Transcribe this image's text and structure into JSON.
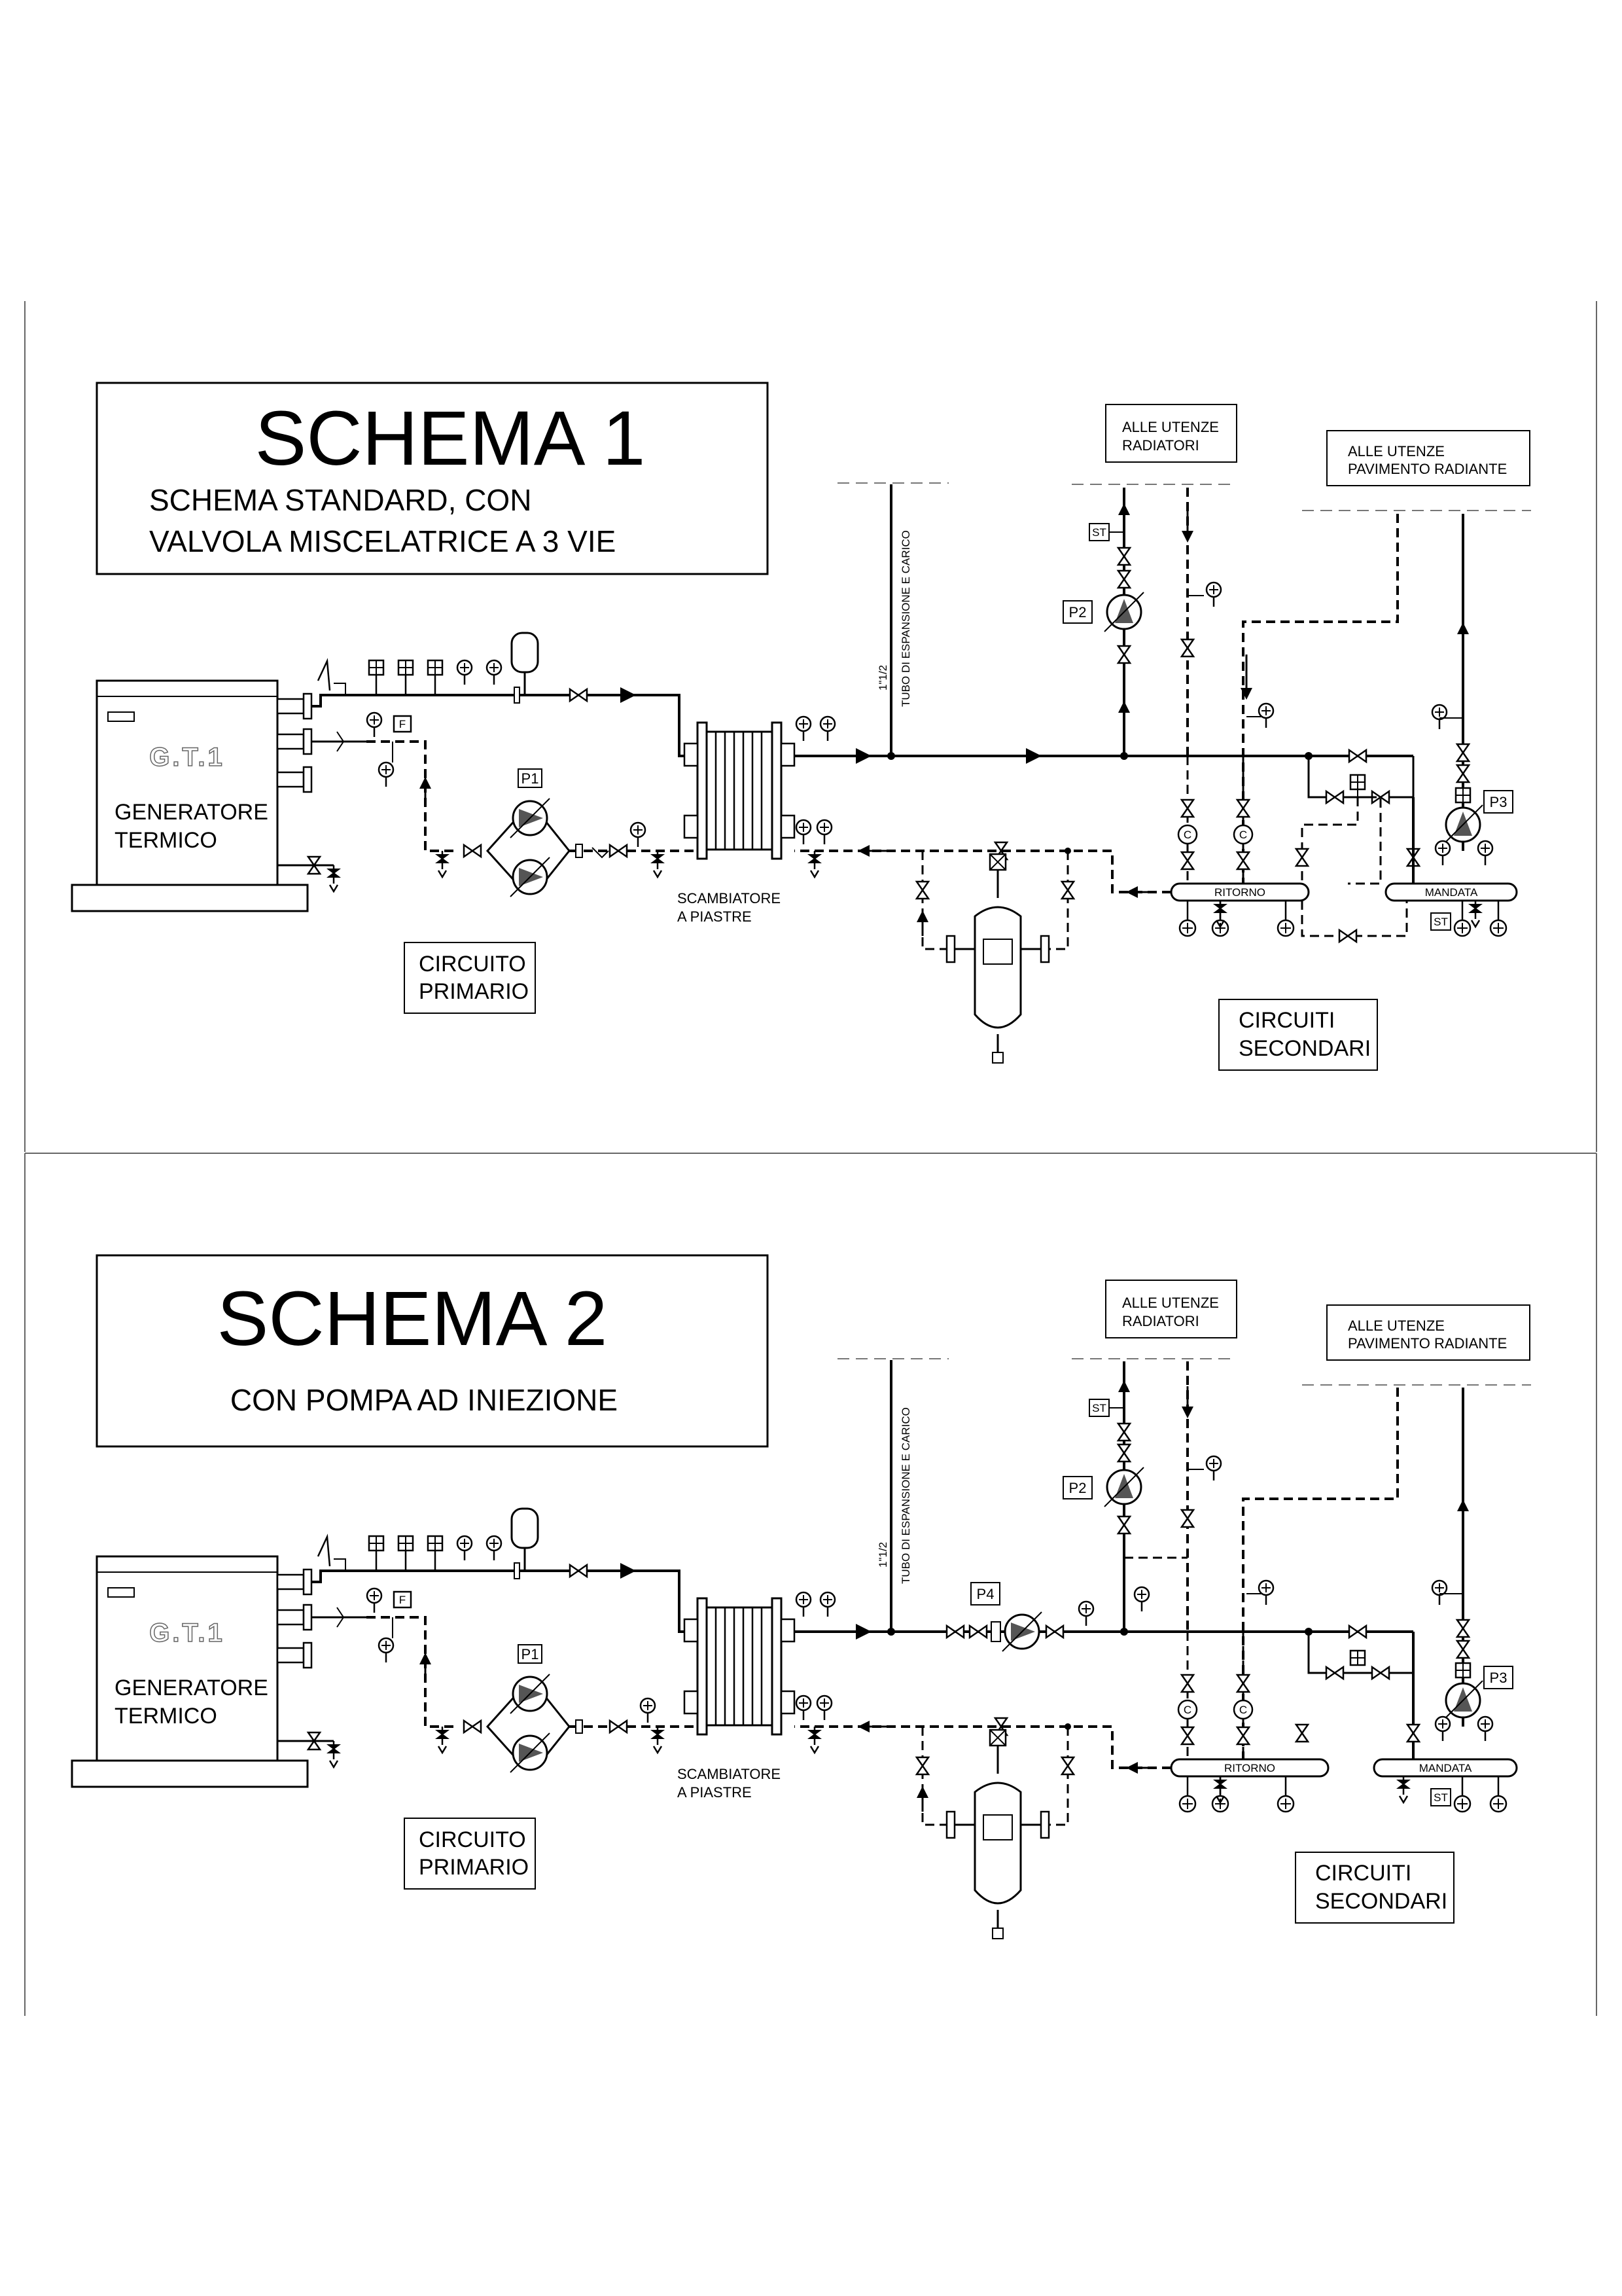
{
  "schema1": {
    "title": "SCHEMA 1",
    "subtitle_line1": "SCHEMA STANDARD, CON",
    "subtitle_line2": "VALVOLA MISCELATRICE A 3 VIE"
  },
  "schema2": {
    "title": "SCHEMA 2",
    "subtitle_line1": "CON POMPA AD INIEZIONE"
  },
  "labels": {
    "generator_code": "G.T.1",
    "generator_line1": "GENERATORE",
    "generator_line2": "TERMICO",
    "exchanger_line1": "SCAMBIATORE",
    "exchanger_line2": "A PIASTRE",
    "primary_line1": "CIRCUITO",
    "primary_line2": "PRIMARIO",
    "secondary_line1": "CIRCUITI",
    "secondary_line2": "SECONDARI",
    "radiators_line1": "ALLE UTENZE",
    "radiators_line2": "RADIATORI",
    "floor_line1": "ALLE UTENZE",
    "floor_line2": "PAVIMENTO RADIANTE",
    "expansion_pipe": "TUBO DI ESPANSIONE E CARICO",
    "pipe_size": "1\"1/2",
    "return_manifold": "RITORNO",
    "supply_manifold": "MANDATA",
    "pump_p1": "P1",
    "pump_p2": "P2",
    "pump_p3": "P3",
    "pump_p4": "P4",
    "thermostat": "ST",
    "filter": "F",
    "counter": "C"
  }
}
